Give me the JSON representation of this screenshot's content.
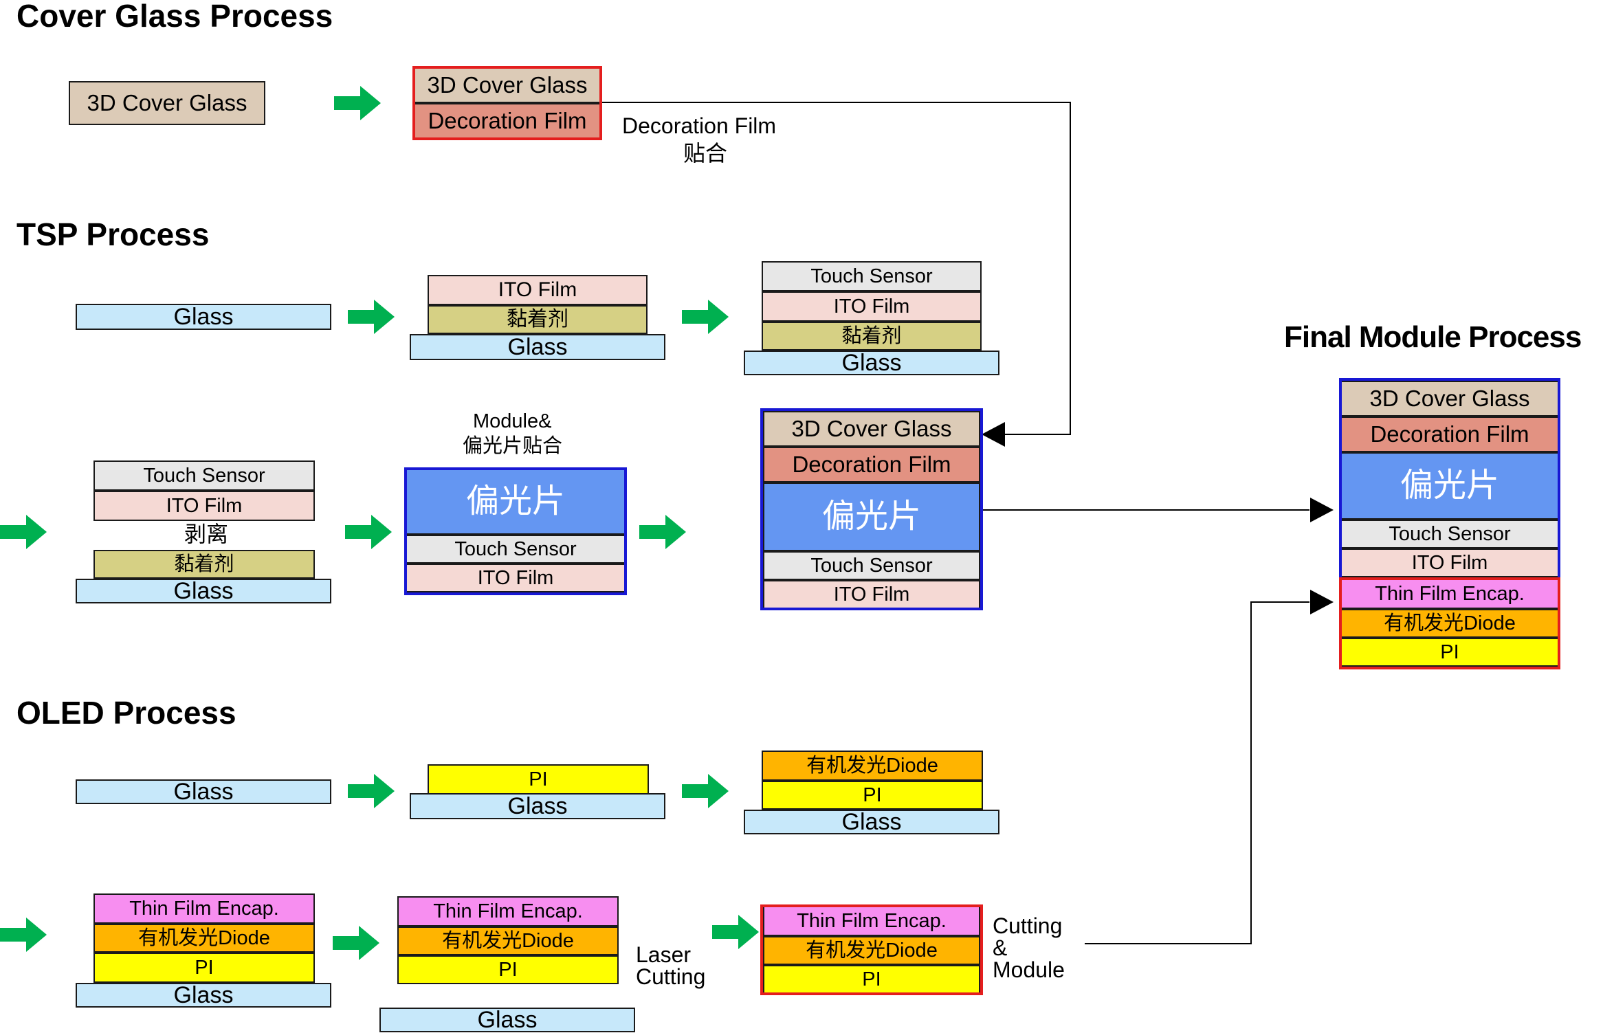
{
  "colors": {
    "cover_glass": "#dccbb7",
    "decoration_film": "#e29282",
    "glass": "#c7e8fa",
    "ito_film": "#f5d9d4",
    "adhesive": "#d6d084",
    "touch_sensor": "#e7e7e7",
    "polarizer": "#6496f2",
    "tfe": "#f78ef0",
    "oled": "#ffb400",
    "pi": "#ffff00",
    "arrow": "#00b050",
    "outline_red": "#e41e1e",
    "outline_blue": "#1818d4"
  },
  "titles": {
    "cover_glass": "Cover Glass Process",
    "tsp": "TSP Process",
    "oled": "OLED Process",
    "final": "Final Module Process"
  },
  "labels": {
    "cover_glass_3d": "3D Cover Glass",
    "decoration_film": "Decoration Film",
    "glass": "Glass",
    "ito_film": "ITO Film",
    "adhesive": "黏着剂",
    "touch_sensor": "Touch Sensor",
    "polarizer": "偏光片",
    "pi": "PI",
    "oled": "有机发光Diode",
    "tfe": "Thin Film Encap."
  },
  "notes": {
    "decoration_bond_1": "Decoration Film",
    "decoration_bond_2": "贴合",
    "peel": "剥离",
    "module_bond_1": "Module&",
    "module_bond_2": "偏光片贴合",
    "laser_1": "Laser",
    "laser_2": "Cutting",
    "cutting_1": "Cutting",
    "cutting_2": "&",
    "cutting_3": "Module"
  }
}
